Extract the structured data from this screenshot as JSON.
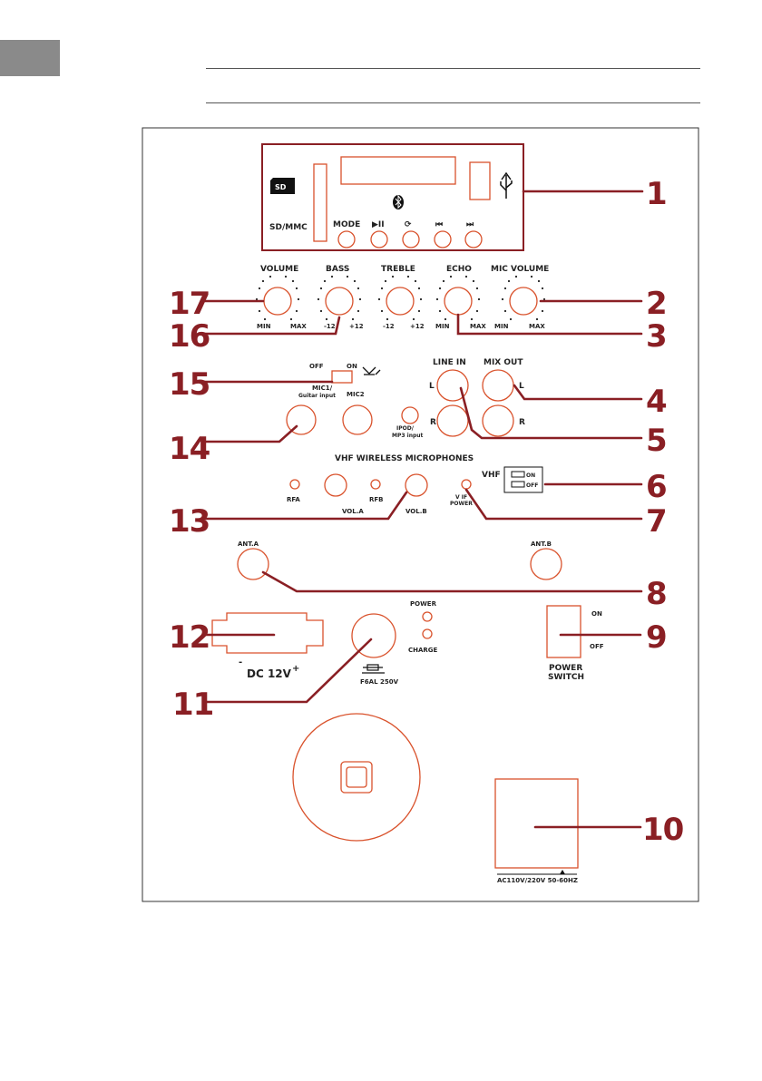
{
  "colors": {
    "accent": "#8a1f24",
    "outline": "#d9522c",
    "tab": "#8a8a8a"
  },
  "panel": {
    "sd_label": "SD",
    "sd_mmc": "SD/MMC",
    "usb_icon": "usb-icon",
    "bluetooth_icon": "bluetooth-icon",
    "player_buttons": [
      "MODE",
      "▶II",
      "⟳",
      "⏮",
      "⏭"
    ],
    "knobs": [
      "VOLUME",
      "BASS",
      "TREBLE",
      "ECHO",
      "MIC VOLUME"
    ],
    "knob_ranges": [
      [
        "MIN",
        "MAX"
      ],
      [
        "-12",
        "+12"
      ],
      [
        "-12",
        "+12"
      ],
      [
        "MIN",
        "MAX"
      ],
      [
        "MIN",
        "MAX"
      ]
    ],
    "switch_off": "OFF",
    "switch_on": "ON",
    "mic1": "MIC1/",
    "mic1_sub": "Guitar input",
    "mic2": "MIC2",
    "ipod": "IPOD/",
    "ipod_sub": "MP3 input",
    "line_in": "LINE IN",
    "mix_out": "MIX OUT",
    "l": "L",
    "r": "R",
    "vhf_title": "VHF WIRELESS MICROPHONES",
    "vhf": "VHF",
    "vhf_on": "ON",
    "vhf_off": "OFF",
    "rfa": "RFA",
    "vola": "VOL.A",
    "rfb": "RFB",
    "volb": "VOL.B",
    "vhf_power_1": "V IF",
    "vhf_power_2": "POWER",
    "ant_a": "ANT.A",
    "ant_b": "ANT.B",
    "power": "POWER",
    "charge": "CHARGE",
    "dc": "DC 12V",
    "dc_minus": "-",
    "dc_plus": "+",
    "fuse": "F6AL 250V",
    "ps_on": "ON",
    "ps_off": "OFF",
    "power_switch_1": "POWER",
    "power_switch_2": "SWITCH",
    "ac": "AC110V/220V 50-60HZ"
  },
  "callouts": [
    "1",
    "2",
    "3",
    "4",
    "5",
    "6",
    "7",
    "8",
    "9",
    "10",
    "11",
    "12",
    "13",
    "14",
    "15",
    "16",
    "17"
  ]
}
